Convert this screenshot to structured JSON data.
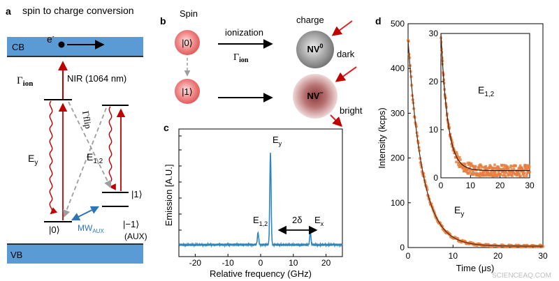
{
  "panels": {
    "a": {
      "letter": "a",
      "title": "spin to charge conversion",
      "cb_label": "CB",
      "vb_label": "VB",
      "electron_label": "e",
      "electron_sup": "-",
      "gamma_ion_label": "Γ",
      "gamma_ion_sub": "ion",
      "nir_label": "NIR (1064 nm)",
      "gamma_flip_label": "Γflip",
      "ey_label": "E",
      "ey_sub": "y",
      "e12_label": "E",
      "e12_sub": "1,2",
      "level_1": "|1⟩",
      "level_m1": "|−1⟩",
      "level_0": "|0⟩",
      "mw_label": "MW",
      "mw_sub": "AUX",
      "aux_label": "(AUX)"
    },
    "b": {
      "letter": "b",
      "spin_label": "Spin",
      "state0": "|0⟩",
      "state1": "|1⟩",
      "ionization_label": "ionization",
      "gamma_label": "Γ",
      "gamma_sub": "ion",
      "charge_label": "charge",
      "nv0_label": "NV",
      "nv0_sup": "0",
      "nvm_label": "NV",
      "nvm_sup": "−",
      "dark_label": "dark",
      "bright_label": "bright"
    },
    "c": {
      "letter": "c",
      "ylabel": "Emission [A.U.]",
      "xlabel": "Relative frequency (GHz)",
      "peak_ey": "E",
      "peak_ey_sub": "y",
      "peak_e12": "E",
      "peak_e12_sub": "1,2",
      "peak_ex": "E",
      "peak_ex_sub": "x",
      "delta_label": "2δ"
    },
    "d": {
      "letter": "d",
      "ylabel": "Intensity (kcps)",
      "xlabel": "Time (μs)",
      "curve_label": "E",
      "curve_sub": "y",
      "inset_label": "E",
      "inset_sub": "1,2"
    }
  },
  "watermark": "SCIENCEAQ.COM",
  "colors": {
    "band": "#5b9bd5",
    "transition_red": "#c00000",
    "arrow_gray": "#9e9e9e",
    "mw_blue": "#2e75b6",
    "spectrum_blue": "#2e86c1",
    "decay_orange": "#e67e3e"
  },
  "chart_data": [
    {
      "type": "line",
      "panel": "c",
      "xlabel": "Relative frequency (GHz)",
      "ylabel": "Emission [A.U.]",
      "xlim": [
        -25,
        25
      ],
      "xticks": [
        -20,
        -10,
        0,
        10,
        20
      ],
      "peaks": [
        {
          "label": "E1,2",
          "x": -0.8,
          "height": 0.13
        },
        {
          "label": "Ey",
          "x": 3.0,
          "height": 1.0
        },
        {
          "label": "Ex",
          "x": 15.2,
          "height": 0.13
        }
      ],
      "baseline": 0.0,
      "annotation": "2δ"
    },
    {
      "type": "scatter",
      "panel": "d",
      "xlabel": "Time (μs)",
      "ylabel": "Intensity (kcps)",
      "xlim": [
        0,
        30
      ],
      "ylim": [
        0,
        500
      ],
      "xticks": [
        0,
        10,
        20,
        30
      ],
      "yticks": [
        0,
        100,
        200,
        300,
        400,
        500
      ],
      "series": [
        {
          "name": "Ey",
          "amplitude": 460,
          "tau": 3.2,
          "offset": 3
        }
      ]
    },
    {
      "type": "scatter",
      "panel": "d-inset",
      "xlim": [
        0,
        30
      ],
      "ylim": [
        0,
        30
      ],
      "xticks": [
        0,
        10,
        20,
        30
      ],
      "yticks": [
        0,
        10,
        20,
        30
      ],
      "series": [
        {
          "name": "E1,2",
          "amplitude": 28.5,
          "tau": 2.3,
          "offset": 1.5
        }
      ]
    }
  ]
}
